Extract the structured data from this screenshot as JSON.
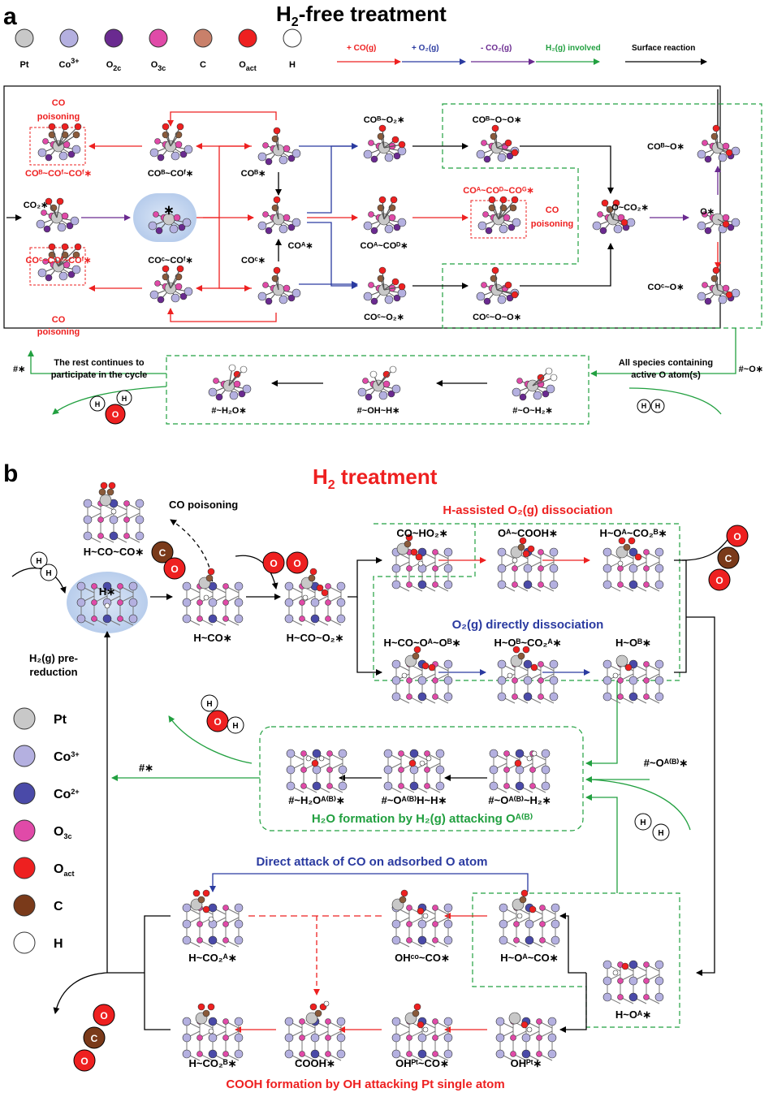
{
  "panel_a": {
    "letter": "a",
    "title": "H",
    "title_sub": "2",
    "title_rest": "-free treatment",
    "legend": [
      {
        "label": "Pt",
        "color": "#c8c8c8"
      },
      {
        "label": "Co",
        "sup": "3+",
        "color": "#b4b0e0"
      },
      {
        "label": "O",
        "sub": "2c",
        "color": "#6a2a90"
      },
      {
        "label": "O",
        "sub": "3c",
        "color": "#e04aa8"
      },
      {
        "label": "C",
        "color": "#c9806a"
      },
      {
        "label": "O",
        "sub": "act",
        "color": "#ee2020"
      },
      {
        "label": "H",
        "color": "#ffffff"
      }
    ],
    "arrow_legend": [
      {
        "label": "+ CO(g)",
        "color": "#ee2020"
      },
      {
        "label": "+ O₂(g)",
        "color": "#2a3aa0"
      },
      {
        "label": "- CO₂(g)",
        "color": "#6a2a90"
      },
      {
        "label": "H₂(g) involved",
        "color": "#22a040"
      },
      {
        "label": "Surface reaction",
        "color": "#000000"
      }
    ],
    "species": {
      "cobf_cof_cof": "COᴮ~COᶠ~COᶠ∗",
      "cob_cof": "COᴮ~COᶠ∗",
      "cob": "COᴮ∗",
      "cob_o2": "COᴮ~O₂∗",
      "cob_o_o": "COᴮ~O~O∗",
      "cob_o": "COᴮ~O∗",
      "co2": "CO₂∗",
      "star": "∗",
      "coa": "COᴬ∗",
      "coa_cod": "COᴬ~COᴰ∗",
      "coa_cod_cog": "COᴬ~COᴰ~COᴳ∗",
      "o_co2": "O~CO₂∗",
      "o": "O∗",
      "coc_cof_cof": "COᶜ~COᶠ~COᶠ∗",
      "coc_cof": "COᶜ~COᶠ∗",
      "coc": "COᶜ∗",
      "coc_o2": "COᶜ~O₂∗",
      "coc_o_o": "COᶜ~O~O∗",
      "coc_o": "COᶜ~O∗",
      "h2o": "#~H₂O∗",
      "oh_h": "#~OH~H∗",
      "o_h2": "#~O~H₂∗"
    },
    "co_poisoning": "CO",
    "poisoning": "poisoning",
    "rest_line1": "The rest continues to",
    "rest_line2": "participate in the cycle",
    "active_line1": "All species containing",
    "active_line2": "active O atom(s)",
    "hash_star": "#∗",
    "hash_o_star": "#~O∗"
  },
  "panel_b": {
    "letter": "b",
    "title": "H",
    "title_sub": "2",
    "title_rest": " treatment",
    "legend": [
      {
        "label": "Pt",
        "color": "#c8c8c8"
      },
      {
        "label": "Co",
        "sup": "3+",
        "color": "#b4b0e0"
      },
      {
        "label": "Co",
        "sup": "2+",
        "color": "#4a4aa8"
      },
      {
        "label": "O",
        "sub": "3c",
        "color": "#e04aa8"
      },
      {
        "label": "O",
        "sub": "act",
        "color": "#ee2020"
      },
      {
        "label": "C",
        "color": "#7a3a1a"
      },
      {
        "label": "H",
        "color": "#ffffff"
      }
    ],
    "co_poisoning": "CO poisoning",
    "h_co_co": "H~CO~CO∗",
    "h_star": "H∗",
    "h2_pre1": "H₂(g) pre-",
    "h2_pre2": "reduction",
    "h_co": "H~CO∗",
    "h_co_o2": "H~CO~O₂∗",
    "h_assisted": "H-assisted O₂(g) dissociation",
    "co_ho2": "CO~HO₂∗",
    "oa_cooh": "Oᴬ~COOH∗",
    "h_oa_co2b": "H~Oᴬ~CO₂ᴮ∗",
    "direct_diss": "O₂(g) directly dissociation",
    "h_co_oa_ob": "H~CO~Oᴬ~Oᴮ∗",
    "h_ob_co2a": "H~Oᴮ~CO₂ᴬ∗",
    "h_ob": "H~Oᴮ∗",
    "hash_star": "#∗",
    "h2o_oab": "#~H₂Oᴬ⁽ᴮ⁾∗",
    "oab_h_h": "#~Oᴬ⁽ᴮ⁾H~H∗",
    "oab_h2": "#~Oᴬ⁽ᴮ⁾~H₂∗",
    "h2o_formation": "H₂O formation by H₂(g) attacking Oᴬ⁽ᴮ⁾",
    "oab_star": "#~Oᴬ⁽ᴮ⁾∗",
    "direct_attack": "Direct attack of CO on adsorbed O atom",
    "h_co2a": "H~CO₂ᴬ∗",
    "ohco_co": "OHᶜᵒ~CO∗",
    "h_oa_co": "H~Oᴬ~CO∗",
    "h_oa": "H~Oᴬ∗",
    "h_co2b": "H~CO₂ᴮ∗",
    "cooh": "COOH∗",
    "ohpt_co": "OHᴾᵗ~CO∗",
    "ohpt": "OHᴾᵗ∗",
    "cooh_formation": "COOH formation by OH attacking Pt single atom"
  }
}
